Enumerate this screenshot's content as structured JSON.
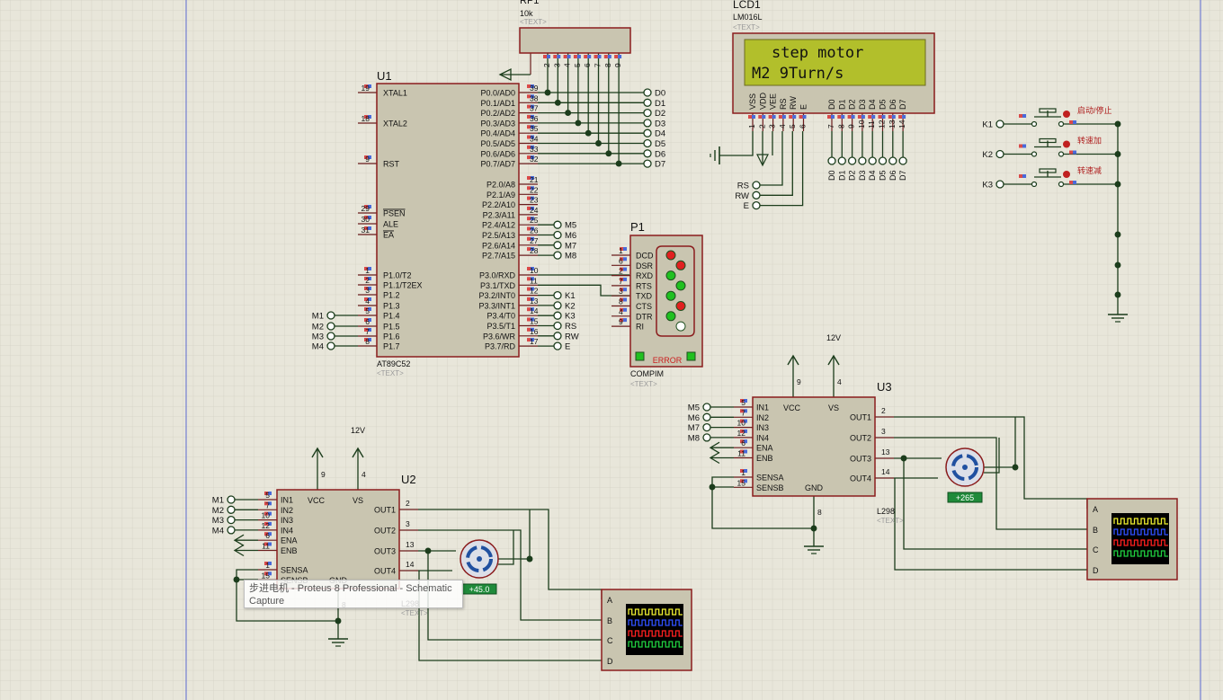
{
  "u1": {
    "ref": "U1",
    "part": "AT89C52",
    "text": "<TEXT>",
    "left_pins": [
      {
        "num": "19",
        "name": "XTAL1"
      },
      {
        "num": "18",
        "name": "XTAL2"
      },
      {
        "num": "9",
        "name": "RST"
      },
      {
        "num": "29",
        "name": "PSEN"
      },
      {
        "num": "30",
        "name": "ALE"
      },
      {
        "num": "31",
        "name": "EA"
      },
      {
        "num": "1",
        "name": "P1.0/T2"
      },
      {
        "num": "2",
        "name": "P1.1/T2EX"
      },
      {
        "num": "3",
        "name": "P1.2"
      },
      {
        "num": "4",
        "name": "P1.3"
      },
      {
        "num": "5",
        "name": "P1.4"
      },
      {
        "num": "6",
        "name": "P1.5"
      },
      {
        "num": "7",
        "name": "P1.6"
      },
      {
        "num": "8",
        "name": "P1.7"
      }
    ],
    "right_pins": [
      {
        "num": "39",
        "name": "P0.0/AD0"
      },
      {
        "num": "38",
        "name": "P0.1/AD1"
      },
      {
        "num": "37",
        "name": "P0.2/AD2"
      },
      {
        "num": "36",
        "name": "P0.3/AD3"
      },
      {
        "num": "35",
        "name": "P0.4/AD4"
      },
      {
        "num": "34",
        "name": "P0.5/AD5"
      },
      {
        "num": "33",
        "name": "P0.6/AD6"
      },
      {
        "num": "32",
        "name": "P0.7/AD7"
      },
      {
        "num": "21",
        "name": "P2.0/A8"
      },
      {
        "num": "22",
        "name": "P2.1/A9"
      },
      {
        "num": "23",
        "name": "P2.2/A10"
      },
      {
        "num": "24",
        "name": "P2.3/A11"
      },
      {
        "num": "25",
        "name": "P2.4/A12"
      },
      {
        "num": "26",
        "name": "P2.5/A13"
      },
      {
        "num": "27",
        "name": "P2.6/A14"
      },
      {
        "num": "28",
        "name": "P2.7/A15"
      },
      {
        "num": "10",
        "name": "P3.0/RXD"
      },
      {
        "num": "11",
        "name": "P3.1/TXD"
      },
      {
        "num": "12",
        "name": "P3.2/INT0"
      },
      {
        "num": "13",
        "name": "P3.3/INT1"
      },
      {
        "num": "14",
        "name": "P3.4/T0"
      },
      {
        "num": "15",
        "name": "P3.5/T1"
      },
      {
        "num": "16",
        "name": "P3.6/WR"
      },
      {
        "num": "17",
        "name": "P3.7/RD"
      }
    ],
    "p1_terminals": [
      "M1",
      "M2",
      "M3",
      "M4"
    ],
    "p0_terminals": [
      "D0",
      "D1",
      "D2",
      "D3",
      "D4",
      "D5",
      "D6",
      "D7"
    ],
    "p2_terminals": [
      "M5",
      "M6",
      "M7",
      "M8"
    ],
    "p3_terminals": [
      "K1",
      "K2",
      "K3",
      "RS",
      "RW",
      "E"
    ]
  },
  "rp1": {
    "ref": "RP1",
    "value": "10k",
    "text": "<TEXT>",
    "pins": [
      "2",
      "3",
      "4",
      "5",
      "6",
      "7",
      "8",
      "9"
    ]
  },
  "lcd": {
    "ref": "LCD1",
    "part": "LM016L",
    "text": "<TEXT>",
    "line1": "step motor",
    "line2": "M2  9Turn/s",
    "pins": [
      {
        "num": "1",
        "name": "VSS"
      },
      {
        "num": "2",
        "name": "VDD"
      },
      {
        "num": "3",
        "name": "VEE"
      },
      {
        "num": "4",
        "name": "RS"
      },
      {
        "num": "5",
        "name": "RW"
      },
      {
        "num": "6",
        "name": "E"
      },
      {
        "num": "7",
        "name": "D0"
      },
      {
        "num": "8",
        "name": "D1"
      },
      {
        "num": "9",
        "name": "D2"
      },
      {
        "num": "10",
        "name": "D3"
      },
      {
        "num": "11",
        "name": "D4"
      },
      {
        "num": "12",
        "name": "D5"
      },
      {
        "num": "13",
        "name": "D6"
      },
      {
        "num": "14",
        "name": "D7"
      }
    ],
    "ctrl_terminals": [
      "RS",
      "RW",
      "E"
    ],
    "data_terminals": [
      "D0",
      "D1",
      "D2",
      "D3",
      "D4",
      "D5",
      "D6",
      "D7"
    ]
  },
  "p1": {
    "ref": "P1",
    "part": "COMPIM",
    "text": "<TEXT>",
    "pins": [
      {
        "num": "1",
        "name": "DCD"
      },
      {
        "num": "6",
        "name": "DSR"
      },
      {
        "num": "2",
        "name": "RXD"
      },
      {
        "num": "7",
        "name": "RTS"
      },
      {
        "num": "3",
        "name": "TXD"
      },
      {
        "num": "8",
        "name": "CTS"
      },
      {
        "num": "4",
        "name": "DTR"
      },
      {
        "num": "9",
        "name": "RI"
      }
    ],
    "error": "ERROR"
  },
  "buttons": [
    {
      "term": "K1",
      "label": "启动/停止"
    },
    {
      "term": "K2",
      "label": "转速加"
    },
    {
      "term": "K3",
      "label": "转速减"
    }
  ],
  "u2": {
    "ref": "U2",
    "part": "L298",
    "text": "<TEXT>",
    "vs": "12V",
    "pin9": "9",
    "pin4": "4",
    "pin8": "8",
    "inputs": [
      {
        "num": "5",
        "name": "IN1",
        "term": "M1"
      },
      {
        "num": "7",
        "name": "IN2",
        "term": "M2"
      },
      {
        "num": "10",
        "name": "IN3",
        "term": "M3"
      },
      {
        "num": "12",
        "name": "IN4",
        "term": "M4"
      },
      {
        "num": "6",
        "name": "ENA"
      },
      {
        "num": "11",
        "name": "ENB"
      }
    ],
    "sense": [
      {
        "num": "1",
        "name": "SENSA"
      },
      {
        "num": "15",
        "name": "SENSB"
      }
    ],
    "outputs": [
      {
        "num": "2",
        "name": "OUT1"
      },
      {
        "num": "3",
        "name": "OUT2"
      },
      {
        "num": "13",
        "name": "OUT3"
      },
      {
        "num": "14",
        "name": "OUT4"
      }
    ],
    "vcc": "VCC",
    "vsl": "VS",
    "gnd": "GND",
    "motor_value": "+45.0"
  },
  "u3": {
    "ref": "U3",
    "part": "L298",
    "text": "<TEXT>",
    "vs": "12V",
    "pin9": "9",
    "pin4": "4",
    "pin8": "8",
    "inputs": [
      {
        "num": "5",
        "name": "IN1",
        "term": "M5"
      },
      {
        "num": "7",
        "name": "IN2",
        "term": "M6"
      },
      {
        "num": "10",
        "name": "IN3",
        "term": "M7"
      },
      {
        "num": "12",
        "name": "IN4",
        "term": "M8"
      },
      {
        "num": "6",
        "name": "ENA"
      },
      {
        "num": "11",
        "name": "ENB"
      }
    ],
    "sense": [
      {
        "num": "1",
        "name": "SENSA"
      },
      {
        "num": "15",
        "name": "SENSB"
      }
    ],
    "outputs": [
      {
        "num": "2",
        "name": "OUT1"
      },
      {
        "num": "3",
        "name": "OUT2"
      },
      {
        "num": "13",
        "name": "OUT3"
      },
      {
        "num": "14",
        "name": "OUT4"
      }
    ],
    "vcc": "VCC",
    "vsl": "VS",
    "gnd": "GND",
    "motor_value": "+265"
  },
  "scope_channels": [
    "A",
    "B",
    "C",
    "D"
  ],
  "tooltip": {
    "line1": "步进电机 - Proteus 8 Professional - Schematic",
    "line2": "Capture"
  },
  "colors": {
    "bg": "#e8e6da",
    "grid": "#d3d1c4",
    "wire": "#1c3d1c",
    "body": "#c9c5b0",
    "border": "#8b1d1d",
    "lcd": "#b2bf2b",
    "pin": "#9b1b1b"
  }
}
